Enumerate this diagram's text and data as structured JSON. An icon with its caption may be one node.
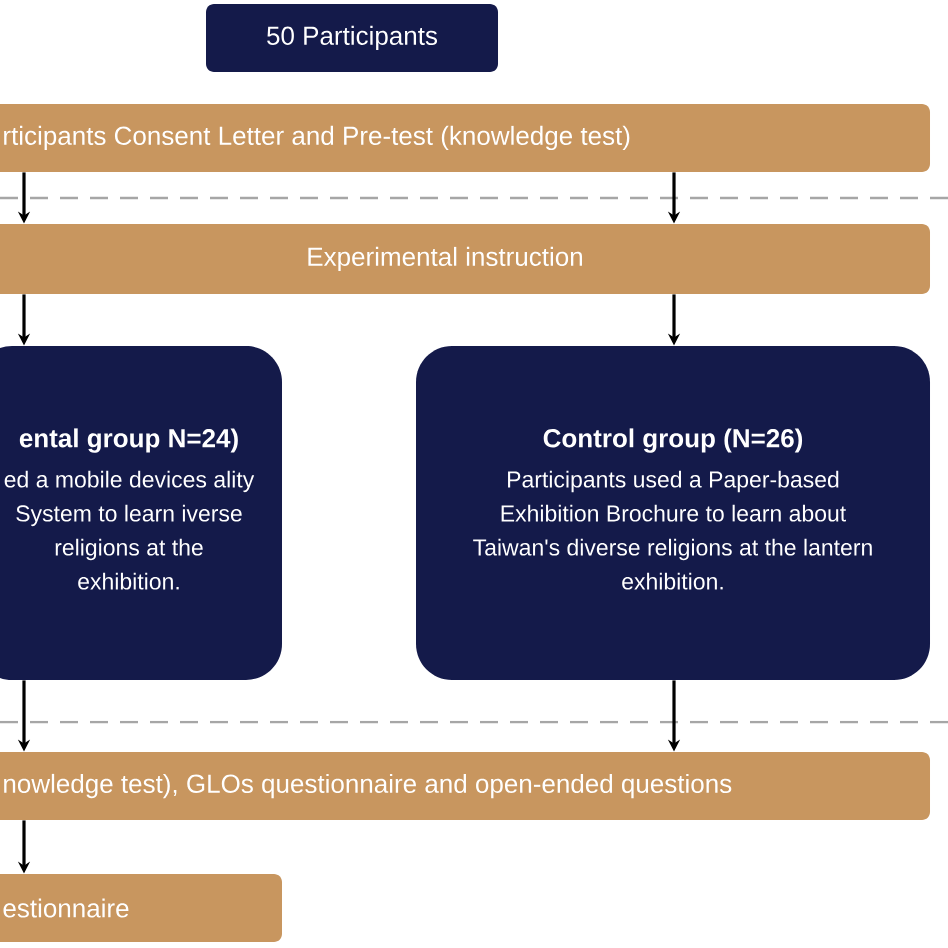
{
  "diagram": {
    "nodes": [
      {
        "text": [
          "50 Participants"
        ]
      },
      {
        "text": [
          "rticipants Consent Letter and Pre-test (knowledge test)"
        ]
      },
      {
        "text": [
          "Experimental instruction"
        ]
      },
      {
        "text": [
          "ental group N=24)",
          "ed a mobile devices ality System to learn iverse religions at the exhibition."
        ]
      },
      {
        "text": [
          "Control group (N=26)",
          "Participants used a Paper-based Exhibition Brochure to learn about Taiwan's diverse religions at the lantern exhibition."
        ]
      },
      {
        "text": [
          "nowledge test), GLOs questionnaire and open-ended questions"
        ]
      },
      {
        "text": [
          "estionnaire"
        ]
      }
    ],
    "edges": [
      {
        "from": 1,
        "to": 2,
        "arrow": "to"
      },
      {
        "from": 1,
        "to": 2,
        "arrow": "to"
      },
      {
        "from": 2,
        "to": 3,
        "arrow": "to"
      },
      {
        "from": 2,
        "to": 4,
        "arrow": "to"
      },
      {
        "from": 3,
        "to": 5,
        "arrow": "to"
      },
      {
        "from": 4,
        "to": 5,
        "arrow": "to"
      },
      {
        "from": 5,
        "to": 6,
        "arrow": "to"
      }
    ]
  }
}
